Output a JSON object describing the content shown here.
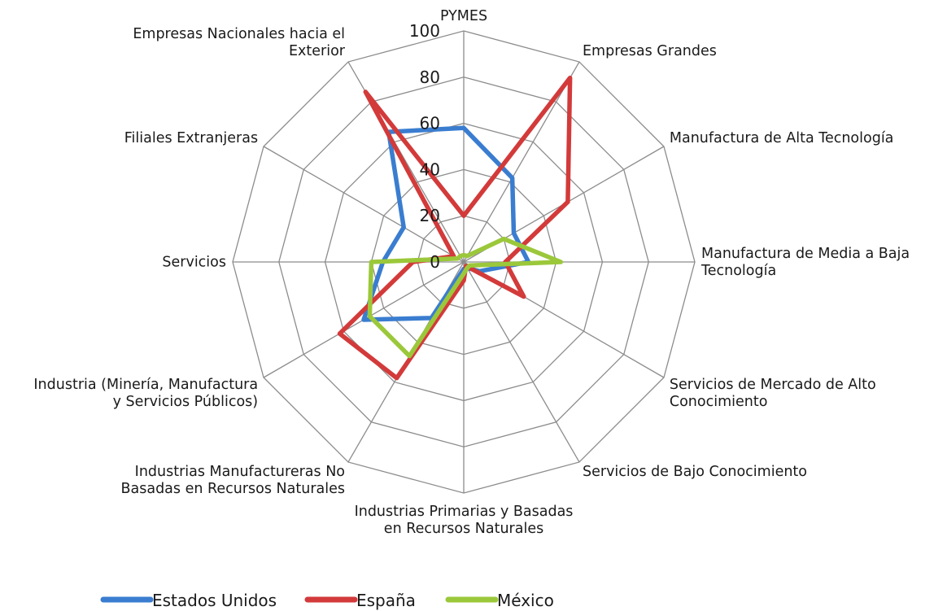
{
  "chart_data": {
    "type": "radar",
    "title": "",
    "categories": [
      [
        "PYMES"
      ],
      [
        "Empresas Grandes"
      ],
      [
        "Manufactura de Alta Tecnología"
      ],
      [
        "Manufactura de Media a Baja",
        "Tecnología"
      ],
      [
        "Servicios de Mercado de Alto",
        "Conocimiento"
      ],
      [
        "Servicios de Bajo Conocimiento"
      ],
      [
        "Industrias Primarias y Basadas",
        "en Recursos Naturales"
      ],
      [
        "Industrias Manufactureras No",
        "Basadas en Recursos Naturales"
      ],
      [
        "Industria (Minería, Manufactura",
        "y Servicios Públicos)"
      ],
      [
        "Servicios"
      ],
      [
        "Filiales  Extranjeras"
      ],
      [
        "Empresas Nacionales hacia el",
        "Exterior"
      ]
    ],
    "rlim": [
      0,
      100
    ],
    "ticks": [
      "0",
      "20",
      "40",
      "60",
      "80",
      "100"
    ],
    "series": [
      {
        "name": "Estados Unidos",
        "color": "#3a7dd0",
        "values": [
          58,
          42,
          25,
          28,
          8,
          3,
          3,
          28,
          50,
          35,
          30,
          65
        ]
      },
      {
        "name": "España",
        "color": "#d33a3a",
        "values": [
          20,
          92,
          52,
          18,
          30,
          2,
          8,
          58,
          62,
          22,
          5,
          85
        ]
      },
      {
        "name": "México",
        "color": "#9bc83a",
        "values": [
          3,
          3,
          20,
          42,
          3,
          3,
          5,
          47,
          47,
          40,
          3,
          3
        ]
      }
    ],
    "legend_position": "bottom"
  }
}
